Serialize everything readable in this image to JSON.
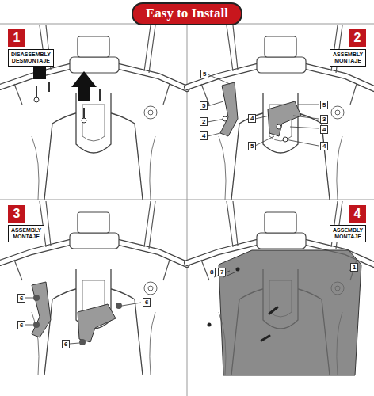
{
  "diagram": {
    "title": "Easy to Install",
    "nodes": [
      {
        "text": [
          "1"
        ]
      },
      {
        "text": [
          "DISASSEMBLY DESMONTAJE"
        ]
      },
      {
        "text": [
          "2"
        ]
      },
      {
        "text": [
          "ASSEMBLY MONTAJE"
        ]
      },
      {
        "text": [
          "3"
        ]
      },
      {
        "text": [
          "ASSEMBLY MONTAJE"
        ]
      },
      {
        "text": [
          "4"
        ]
      },
      {
        "text": [
          "ASSEMBLY MONTAJE"
        ]
      }
    ],
    "labels": [
      "5",
      "5",
      "2",
      "4",
      "4",
      "5",
      "5",
      "3",
      "4",
      "4",
      "6",
      "6",
      "6",
      "6",
      "8",
      "7",
      "1"
    ]
  }
}
